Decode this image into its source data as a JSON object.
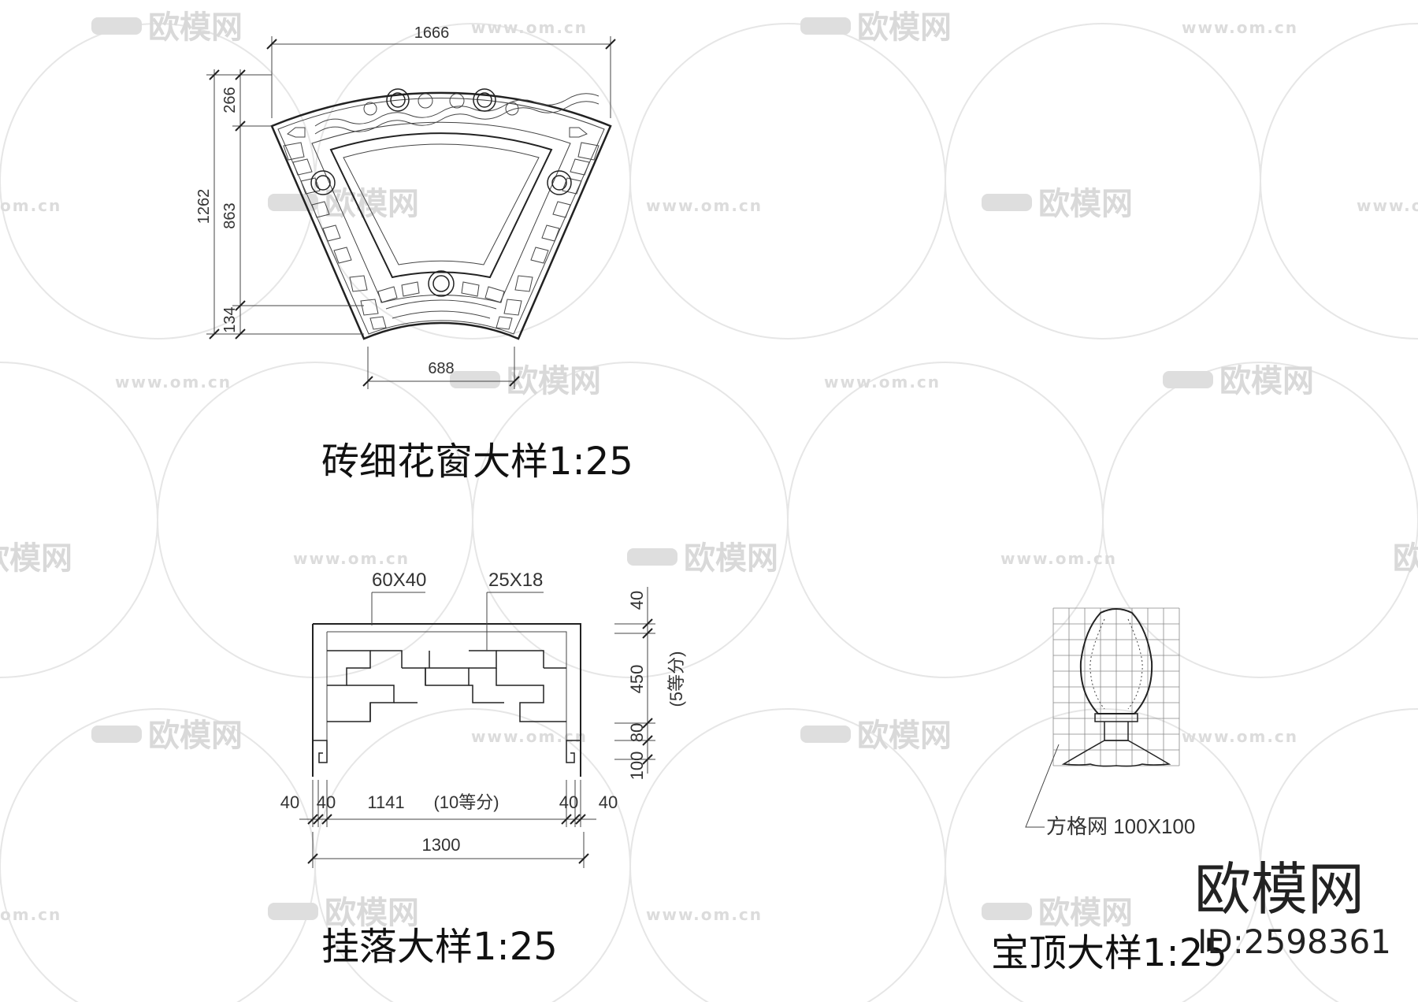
{
  "watermark": {
    "brand": "欧模网",
    "url": "www.om.cn",
    "url_short": "om.cn"
  },
  "drawings": {
    "window": {
      "title": "砖细花窗大样1:25",
      "dims": {
        "top_width": "1666",
        "bottom_width": "688",
        "total_height": "1262",
        "part_top": "266",
        "part_mid": "863",
        "part_bottom": "134"
      }
    },
    "hanging": {
      "title": "挂落大样1:25",
      "labels": {
        "frame_size": "60X40",
        "lattice_size": "25X18"
      },
      "dims": {
        "v_top": "40",
        "v_main": "450",
        "v_main_note": "(5等分)",
        "v_80": "80",
        "v_100": "100",
        "h_left_40a": "40",
        "h_left_40b": "40",
        "h_mid": "1141",
        "h_mid_note": "(10等分)",
        "h_right_40a": "40",
        "h_right_40b": "40",
        "h_total": "1300"
      }
    },
    "finial": {
      "title": "宝顶大样1:25",
      "grid_note": "方格网 100X100"
    }
  },
  "brand_footer": {
    "logo_text": "欧模网",
    "id_text": "ID:2598361"
  }
}
